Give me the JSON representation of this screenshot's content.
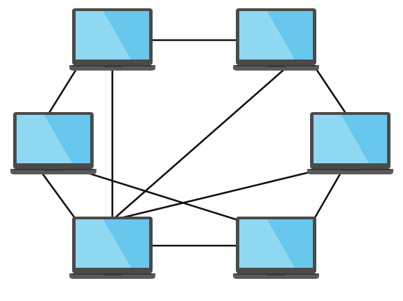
{
  "diagram": {
    "type": "network-topology",
    "node_icon": "laptop-icon",
    "colors": {
      "background": "#ffffff",
      "edge": "#111111",
      "laptop_body": "#4a4a4a",
      "laptop_base": "#5a5a5a",
      "laptop_base_edge": "#3a3a3a",
      "screen": "#67c7ec",
      "screen_light": "#8fd8f2"
    },
    "nodes": [
      {
        "id": "top-left"
      },
      {
        "id": "top-right"
      },
      {
        "id": "middle-left"
      },
      {
        "id": "middle-right"
      },
      {
        "id": "bottom-left"
      },
      {
        "id": "bottom-right"
      }
    ],
    "edges": [
      {
        "from": "top-left",
        "to": "top-right"
      },
      {
        "from": "top-left",
        "to": "middle-left"
      },
      {
        "from": "top-left",
        "to": "bottom-left"
      },
      {
        "from": "top-right",
        "to": "middle-right"
      },
      {
        "from": "top-right",
        "to": "bottom-left"
      },
      {
        "from": "middle-left",
        "to": "bottom-left"
      },
      {
        "from": "middle-left",
        "to": "bottom-right"
      },
      {
        "from": "middle-right",
        "to": "bottom-left"
      },
      {
        "from": "middle-right",
        "to": "bottom-right"
      },
      {
        "from": "bottom-left",
        "to": "bottom-right"
      }
    ]
  }
}
